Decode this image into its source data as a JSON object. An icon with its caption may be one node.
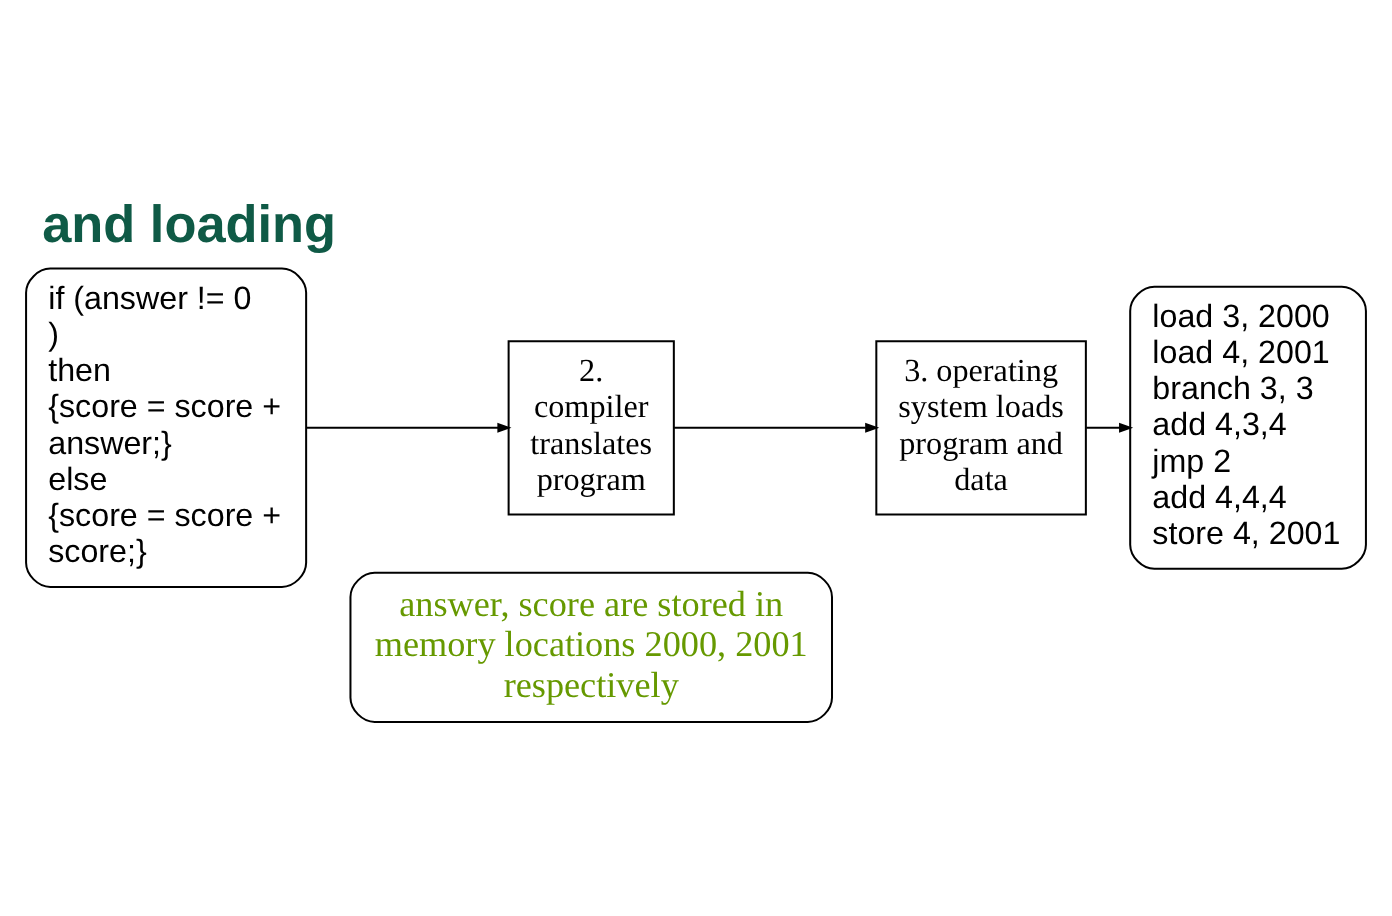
{
  "diagram": {
    "title": "and loading",
    "nodes": [
      {
        "text": [
          "answer, score are stored in memory locations 2000, 2001 respectively"
        ]
      },
      {
        "text": [
          "if (answer != 0 )",
          "then",
          "{score = score + answer;}",
          "else",
          "{score = score + score;}"
        ]
      },
      {
        "text": [
          "2. compiler translates program"
        ]
      },
      {
        "text": [
          "3. operating system loads program and data"
        ]
      },
      {
        "text": [
          "load 3, 2000",
          "load 4, 2001",
          "branch 3, 3",
          "add 4,3,4",
          "jmp 2",
          "add 4,4,4",
          "store 4, 2001"
        ]
      }
    ],
    "edges": [
      {
        "from": 1,
        "to": 2,
        "arrow": "to"
      },
      {
        "from": 2,
        "to": 3,
        "arrow": "to"
      },
      {
        "from": 3,
        "to": 4,
        "arrow": "to"
      }
    ]
  }
}
